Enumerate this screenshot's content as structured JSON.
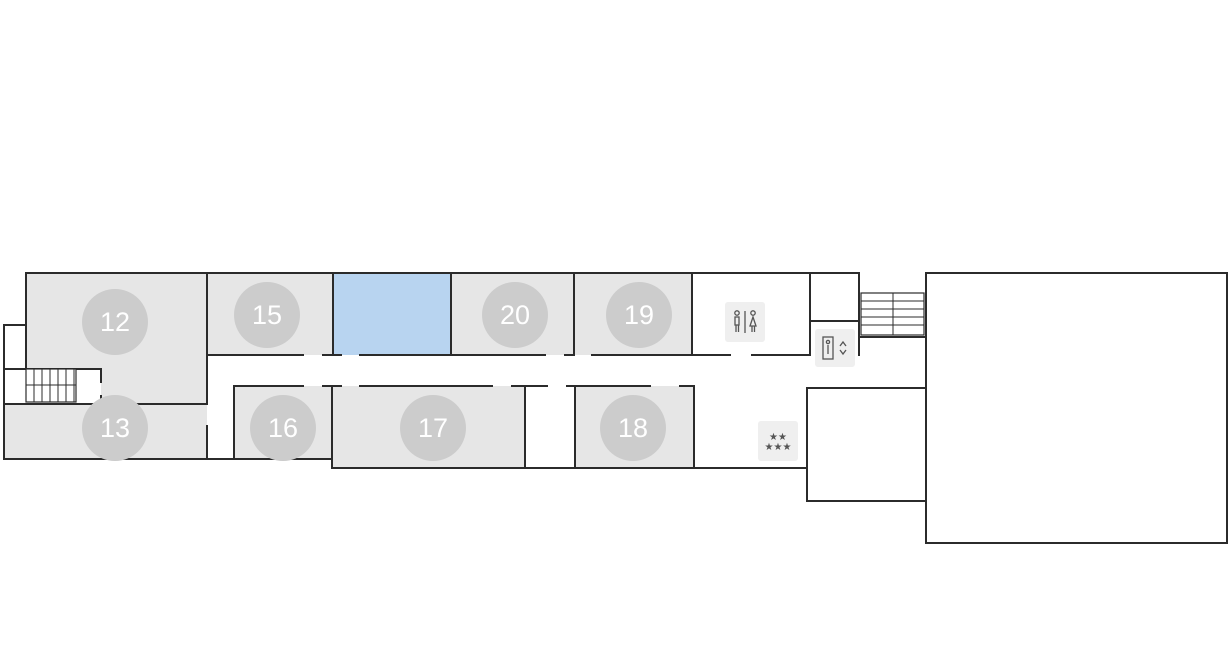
{
  "map": {
    "rooms": [
      {
        "id": "12",
        "label": "12"
      },
      {
        "id": "13",
        "label": "13"
      },
      {
        "id": "15",
        "label": "15"
      },
      {
        "id": "16",
        "label": "16"
      },
      {
        "id": "17",
        "label": "17"
      },
      {
        "id": "18",
        "label": "18"
      },
      {
        "id": "19",
        "label": "19"
      },
      {
        "id": "20",
        "label": "20"
      }
    ],
    "highlighted_room": "room between 15 and 20",
    "amenities": [
      "restroom-icon",
      "elevator-icon",
      "stairs-icon",
      "lounge-icon"
    ]
  },
  "colors": {
    "room_fill": "#e6e6e6",
    "highlight_fill": "#b8d4f0",
    "badge_fill": "#cccccc",
    "badge_text": "#ffffff",
    "wall": "#2b2b2b",
    "icon_bg": "#efefef",
    "icon": "#555555"
  }
}
